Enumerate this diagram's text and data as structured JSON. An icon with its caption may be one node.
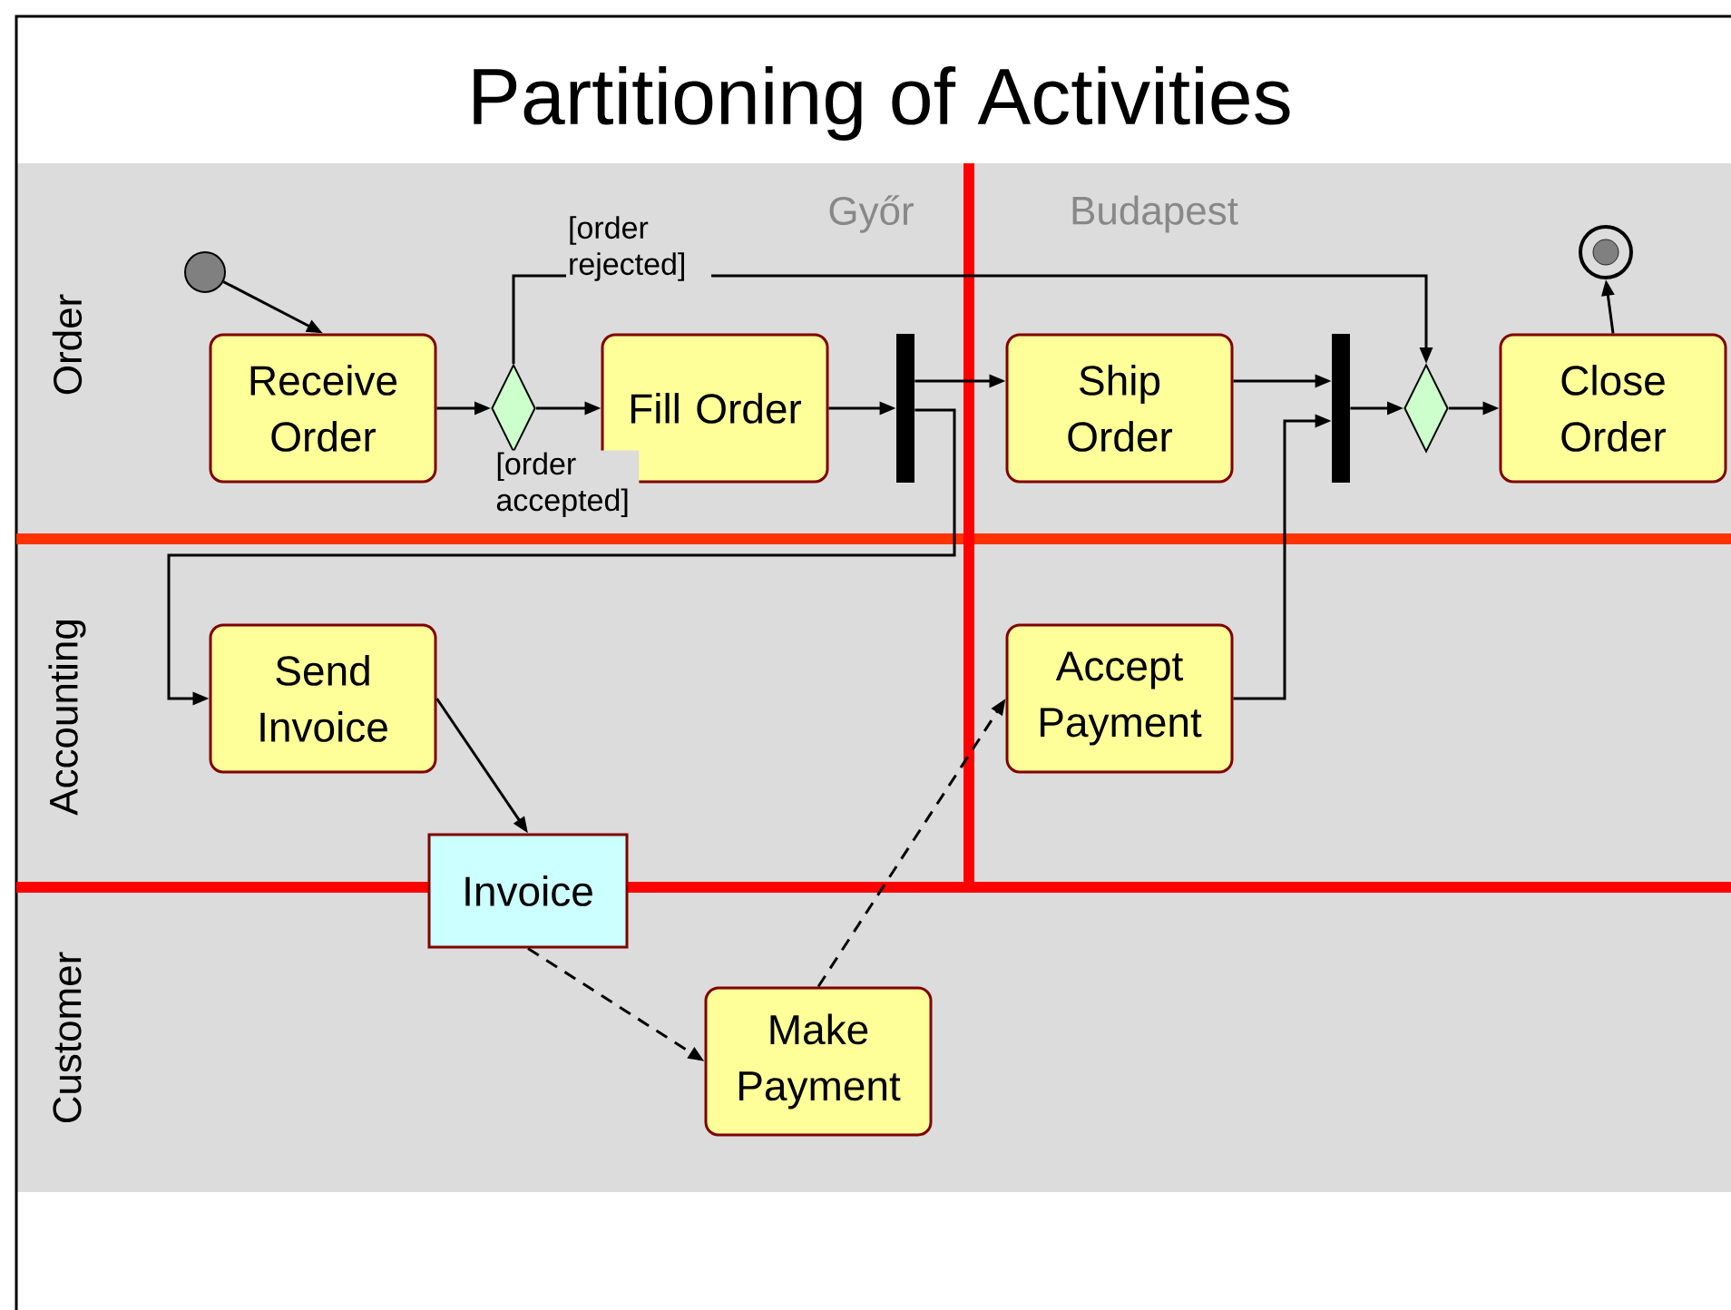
{
  "diagram": {
    "title": "Partitioning of Activities",
    "nodes": [
      {
        "text": [],
        "shape": "circle"
      },
      {
        "text": [
          "Receive Order"
        ]
      },
      {
        "text": [],
        "shape": "diamond"
      },
      {
        "text": [
          "Fill Order"
        ]
      },
      {
        "text": [],
        "shape": "bar"
      },
      {
        "text": [
          "Ship Order"
        ]
      },
      {
        "text": [],
        "shape": "bar"
      },
      {
        "text": [],
        "shape": "diamond"
      },
      {
        "text": [
          "Close Order"
        ]
      },
      {
        "text": [],
        "shape": "bullseye"
      },
      {
        "text": [
          "Send Invoice"
        ]
      },
      {
        "text": [
          "Accept Payment"
        ]
      },
      {
        "text": [
          "Invoice"
        ]
      },
      {
        "text": [
          "Make Payment"
        ]
      }
    ],
    "edges": [
      {
        "from": 0,
        "to": 1,
        "arrow": "to"
      },
      {
        "from": 1,
        "to": 2,
        "arrow": "to"
      },
      {
        "from": 2,
        "to": 3,
        "arrow": "to",
        "label": "[order accepted]"
      },
      {
        "from": 2,
        "to": 7,
        "arrow": "to",
        "label": "[order rejected]"
      },
      {
        "from": 3,
        "to": 4,
        "arrow": "to"
      },
      {
        "from": 4,
        "to": 5,
        "arrow": "to"
      },
      {
        "from": 4,
        "to": 10,
        "arrow": "to"
      },
      {
        "from": 5,
        "to": 6,
        "arrow": "to"
      },
      {
        "from": 11,
        "to": 6,
        "arrow": "to"
      },
      {
        "from": 6,
        "to": 7,
        "arrow": "to"
      },
      {
        "from": 7,
        "to": 8,
        "arrow": "to"
      },
      {
        "from": 8,
        "to": 9,
        "arrow": "to"
      },
      {
        "from": 10,
        "to": 12,
        "arrow": "to"
      },
      {
        "from": 12,
        "to": 13,
        "arrow": "to",
        "style": "dashed"
      },
      {
        "from": 13,
        "to": 11,
        "arrow": "to",
        "style": "dashed"
      }
    ],
    "labels": [
      "Order",
      "Accounting",
      "Customer",
      "Győr",
      "Budapest"
    ]
  }
}
